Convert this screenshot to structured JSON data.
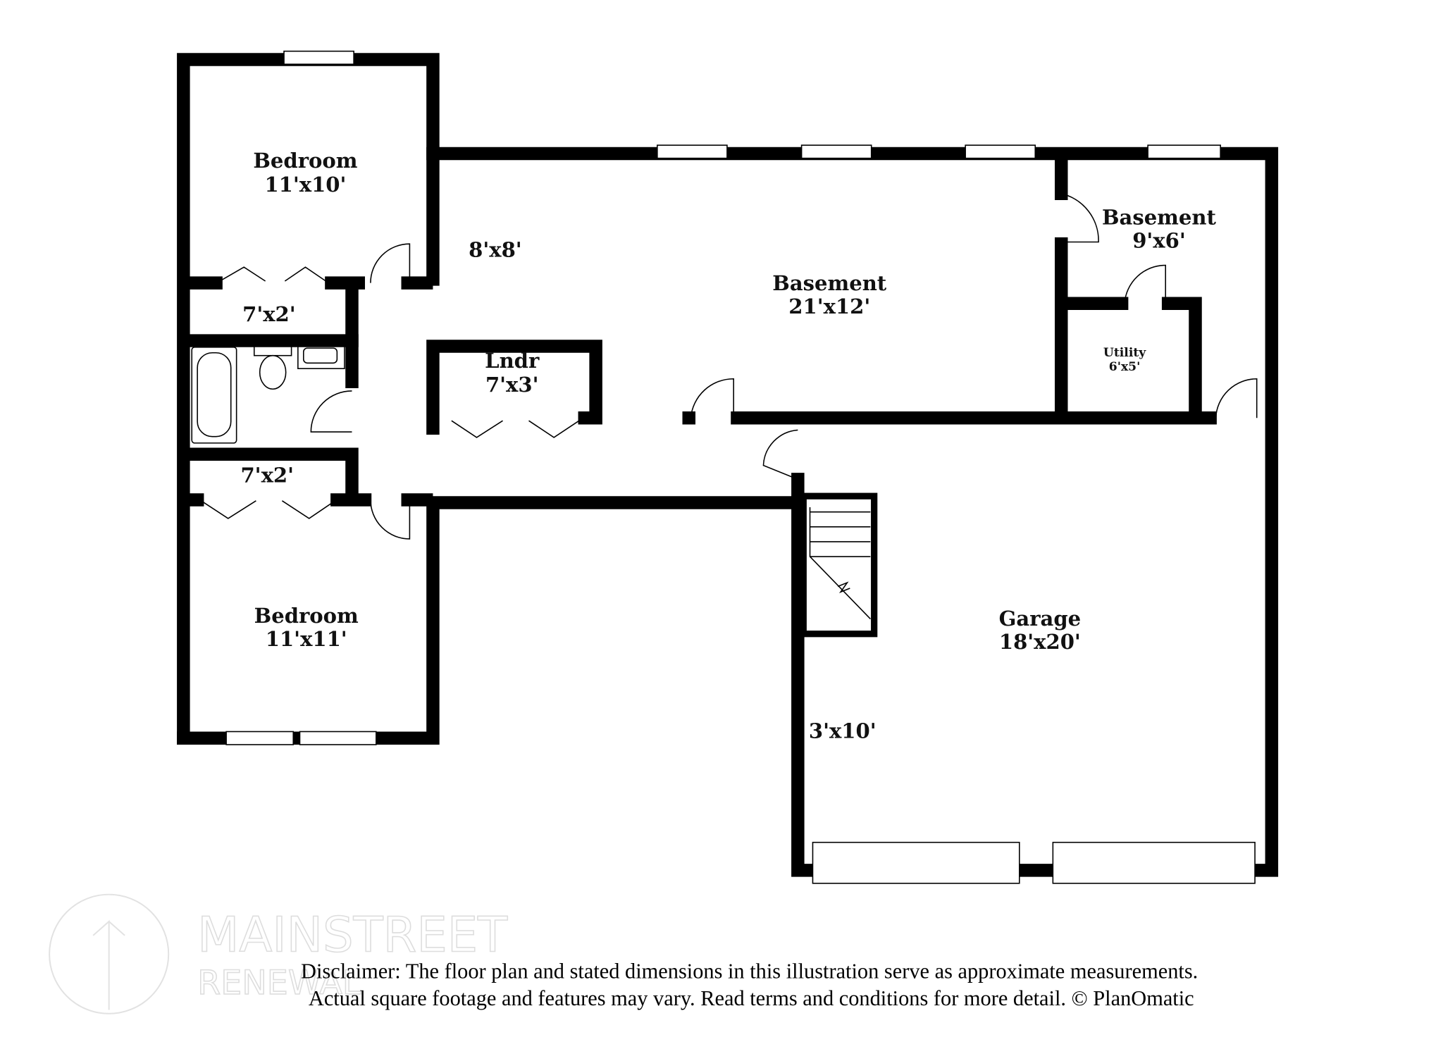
{
  "rooms": {
    "bedroom_top": {
      "name": "Bedroom",
      "size": "11'x10'"
    },
    "closet_top": {
      "size": "7'x2'"
    },
    "closet_bottom": {
      "size": "7'x2'"
    },
    "bedroom_bottom": {
      "name": "Bedroom",
      "size": "11'x11'"
    },
    "hall_area": {
      "size": "8'x8'"
    },
    "basement_main": {
      "name": "Basement",
      "size": "21'x12'"
    },
    "laundry": {
      "name": "Lndr",
      "size": "7'x3'"
    },
    "basement_small": {
      "name": "Basement",
      "size": "9'x6'"
    },
    "utility": {
      "name": "Utility",
      "size": "6'x5'"
    },
    "garage": {
      "name": "Garage",
      "size": "18'x20'"
    },
    "garage_nook": {
      "size": "3'x10'"
    }
  },
  "watermark": {
    "line1": "MAINSTREET",
    "line2": "RENEWAL"
  },
  "disclaimer": {
    "line1": "Disclaimer: The floor plan and stated dimensions in this illustration serve as approximate measurements.",
    "line2": "Actual square footage and features may vary. Read terms and conditions for more detail. © PlanOmatic"
  }
}
